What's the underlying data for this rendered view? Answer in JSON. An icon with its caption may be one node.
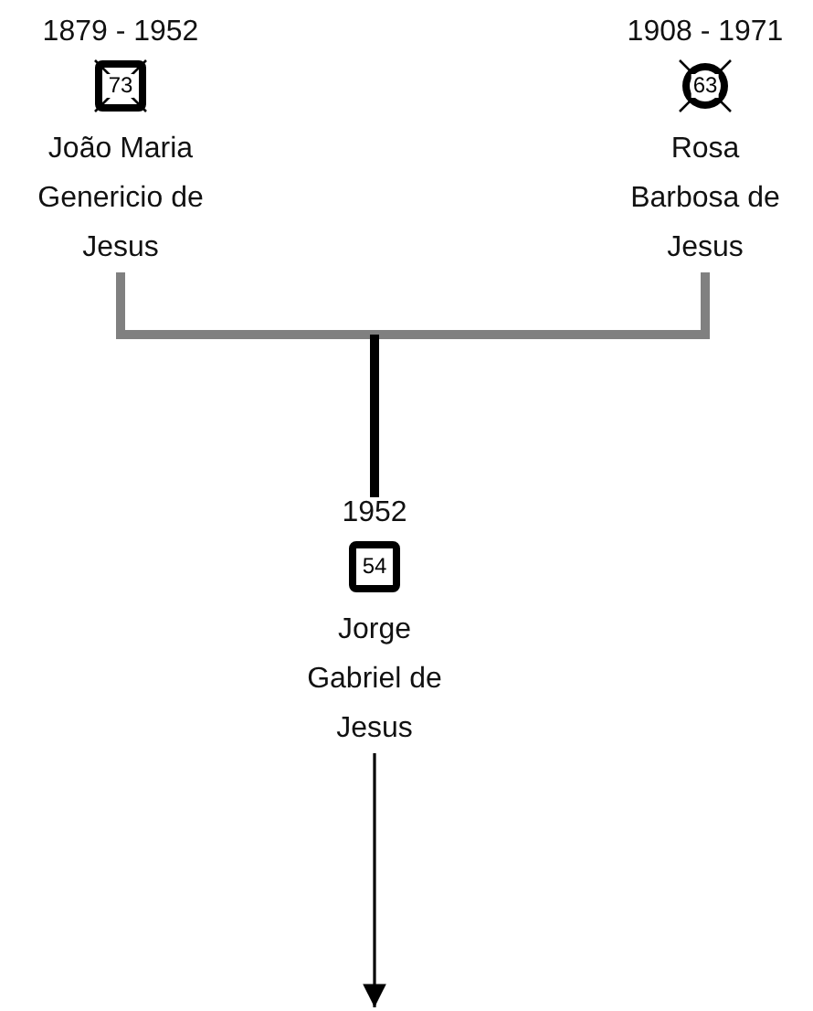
{
  "diagram": {
    "nodes": [
      {
        "text": [
          "73"
        ],
        "beside": [
          "1879 - 1952",
          "João Maria Genericio de Jesus"
        ]
      },
      {
        "text": [
          "63"
        ],
        "beside": [
          "1908 - 1971",
          "Rosa Barbosa de Jesus"
        ]
      },
      {
        "text": [
          "54"
        ],
        "beside": [
          "1952",
          "Jorge Gabriel de Jesus"
        ]
      }
    ],
    "edges": [
      {
        "from": 0,
        "to": 1,
        "arrow": "none",
        "color": "#808080"
      },
      {
        "from": null,
        "to": 2,
        "arrow": "none"
      },
      {
        "from": 2,
        "to": null,
        "arrow": "to"
      }
    ]
  }
}
